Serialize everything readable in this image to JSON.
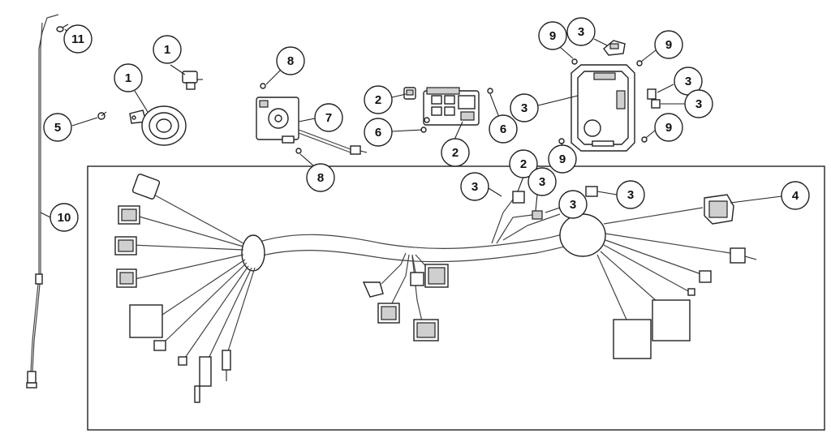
{
  "callouts": {
    "c1": "11",
    "c2": "1",
    "c3": "1",
    "c4": "5",
    "c5": "8",
    "c6": "7",
    "c7": "8",
    "c8": "10",
    "c9": "2",
    "c10": "6",
    "c11": "2",
    "c12": "6",
    "c13": "9",
    "c14": "3",
    "c15": "9",
    "c16": "3",
    "c17": "3",
    "c18": "3",
    "c19": "9",
    "c20": "9",
    "c21": "2",
    "c22": "3",
    "c23": "3",
    "c24": "3",
    "c25": "3",
    "c26": "4"
  }
}
